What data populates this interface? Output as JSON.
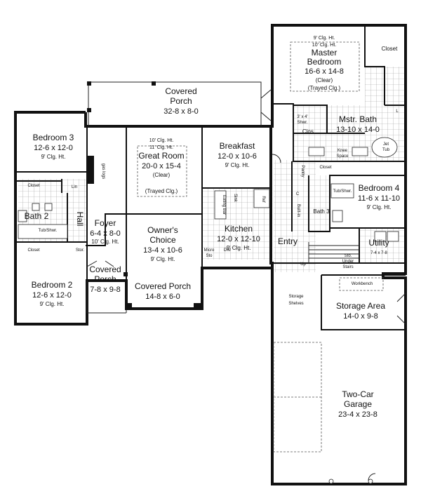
{
  "rooms": {
    "master_bedroom": {
      "clg_top": "9' Clg. Ht.",
      "clg_top2": "10' Clg. Ht.",
      "name1": "Master",
      "name2": "Bedroom",
      "dims": "16-6 x 14-8",
      "note1": "(Clear)",
      "note2": "(Trayed Clg.)"
    },
    "master_closet": {
      "name": "Closet"
    },
    "covered_porch_back": {
      "name1": "Covered",
      "name2": "Porch",
      "dims": "32-8 x 8-0"
    },
    "bedroom3": {
      "name": "Bedroom 3",
      "dims": "12-6 x 12-0",
      "clg": "9' Clg. Ht."
    },
    "great_room": {
      "clg1": "10' Clg. Ht.",
      "clg2": "11' Clg. Ht.",
      "name": "Great Room",
      "dims": "20-0 x 15-4",
      "note1": "(Clear)",
      "note2": "(Trayed Clg.)",
      "gas_logs": "gas logs"
    },
    "breakfast": {
      "name": "Breakfast",
      "dims": "12-0 x 10-6",
      "clg": "9' Clg. Ht."
    },
    "mstr_bath": {
      "name": "Mstr. Bath",
      "dims": "13-10 x 14-0",
      "shower": "3' x 4'",
      "shower2": "Shwr.",
      "clos": "Clos.",
      "knee": "Knee",
      "space": "Space",
      "jet": "Jet",
      "tub": "Tub",
      "l": "L"
    },
    "pantry": {
      "name": "Pantry"
    },
    "closet_small": {
      "name": "Closet"
    },
    "bedroom4": {
      "name": "Bedroom 4",
      "dims": "11-6 x 11-10",
      "clg": "9' Clg. Ht.",
      "tub": "Tub/Shwr."
    },
    "bath3": {
      "name": "Bath 3",
      "c": "C",
      "built_in": "Built-in"
    },
    "kitchen": {
      "name": "Kitchen",
      "dims": "12-0 x 12-10",
      "clg": "9' Clg. Ht.",
      "eating_bar": "Eating Bar",
      "sink": "Sink",
      "ref": "Ref",
      "dw": "DW",
      "micro": "Micro",
      "sto": "Sto"
    },
    "hall": {
      "name": "Hall"
    },
    "bath2": {
      "name": "Bath 2",
      "tub": "Tub/Shwr.",
      "closet": "Closet",
      "closet2": "Closet",
      "lin": "Lin",
      "stor": "Stor."
    },
    "foyer": {
      "name": "Foyer",
      "dims": "6-4 x 8-0",
      "clg": "10' Clg. Ht."
    },
    "owners_choice": {
      "name1": "Owner's",
      "name2": "Choice",
      "dims": "13-4 x 10-6",
      "clg": "9' Clg. Ht."
    },
    "entry": {
      "name": "Entry",
      "up": "Up",
      "sto": "Sto.",
      "under": "Under",
      "stairs": "Stairs"
    },
    "utility": {
      "name": "Utility",
      "dims": "7-4 x 7-8"
    },
    "workbench": {
      "name": "Workbench"
    },
    "bedroom2": {
      "name": "Bedroom 2",
      "dims": "12-6 x 12-0",
      "clg": "9' Clg. Ht."
    },
    "covered_porch_small": {
      "name1": "Covered",
      "name2": "Porch",
      "dims": "7-8 x 9-8"
    },
    "covered_porch_front": {
      "name": "Covered Porch",
      "dims": "14-8 x 6-0"
    },
    "storage_area": {
      "name": "Storage Area",
      "dims": "14-0 x 9-8",
      "shelves1": "Storage",
      "shelves2": "Shelves"
    },
    "garage": {
      "name1": "Two-Car",
      "name2": "Garage",
      "dims": "23-4 x 23-8"
    }
  }
}
